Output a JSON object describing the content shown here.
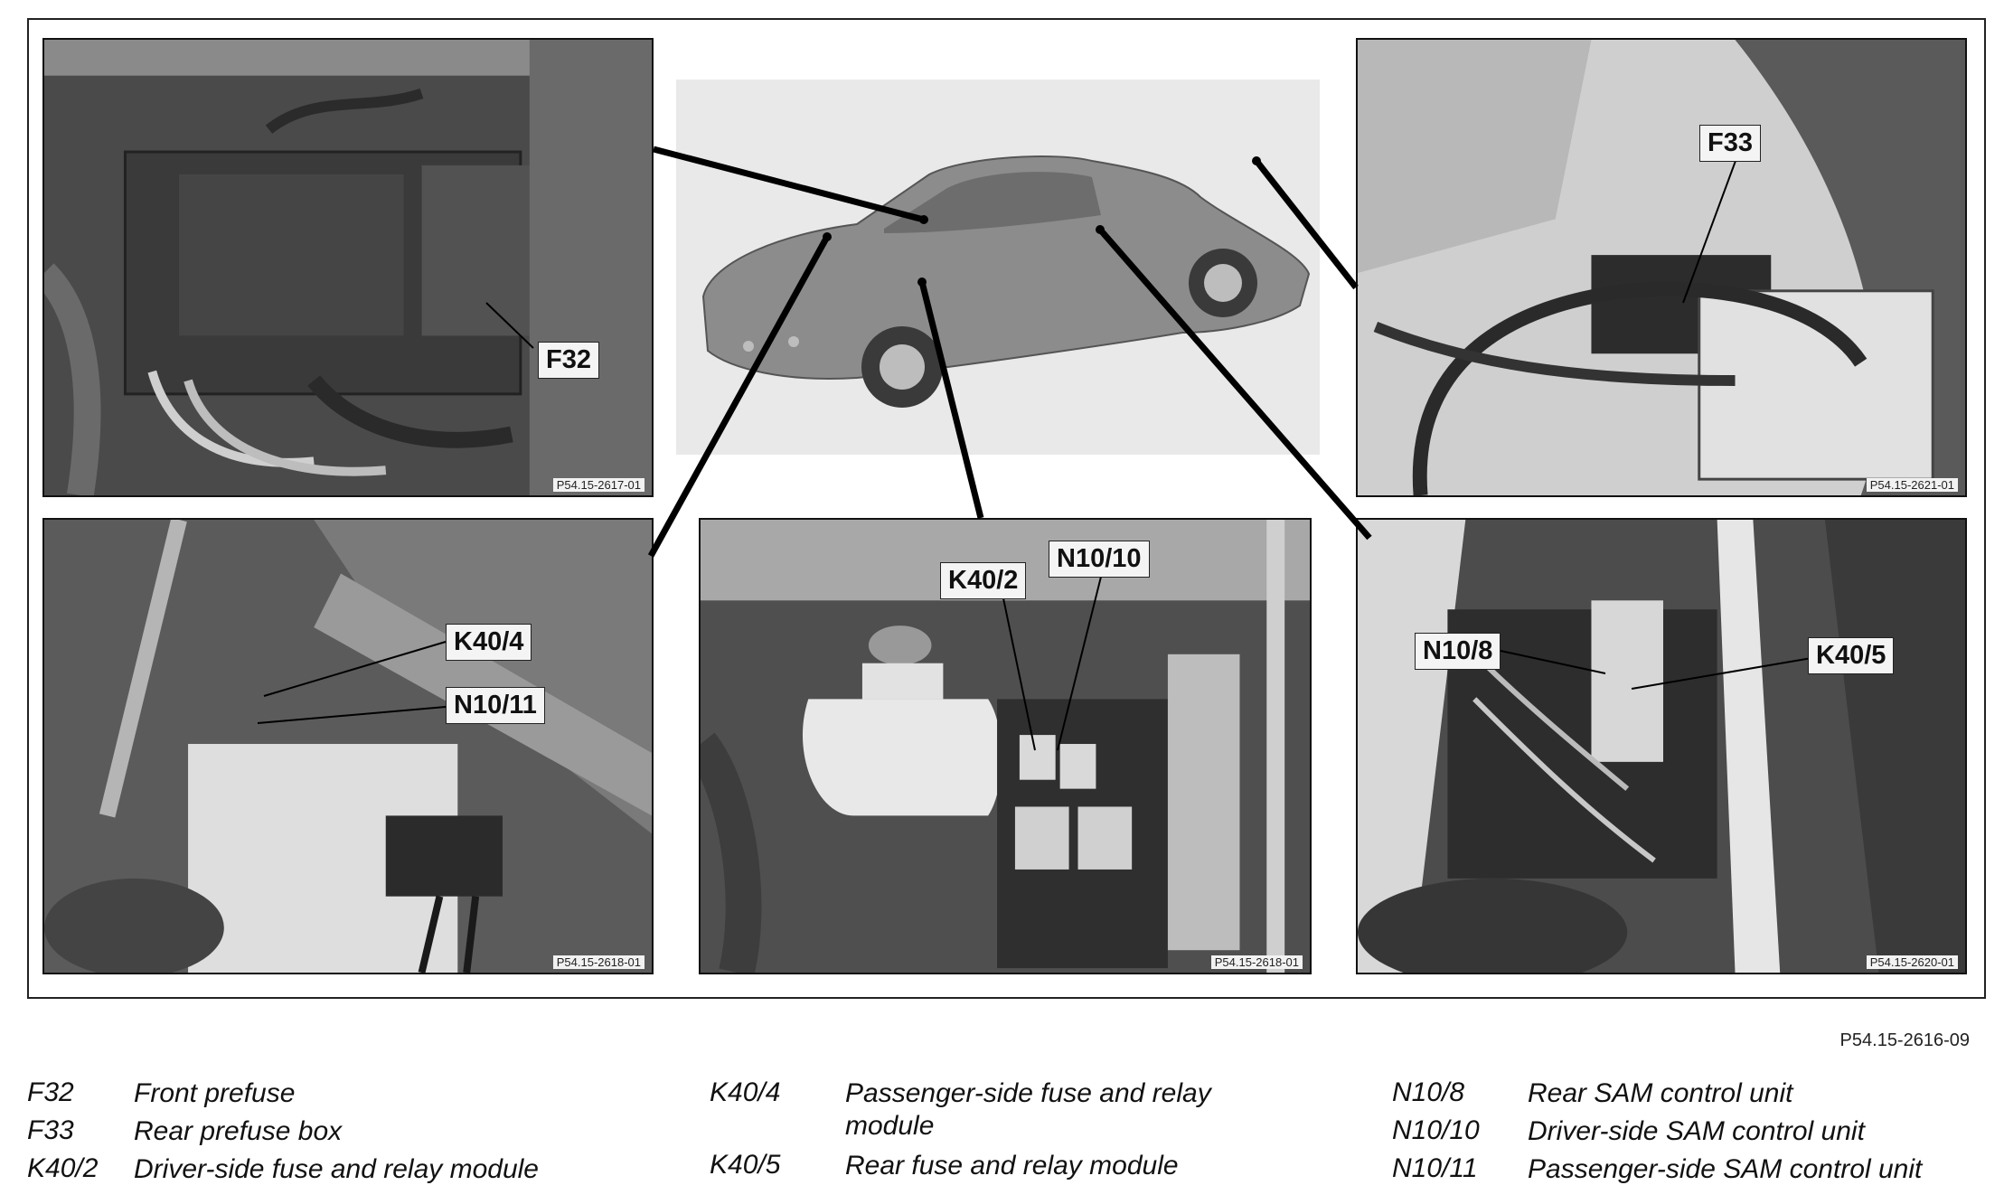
{
  "diagram_id": "P54.15-2616-09",
  "photos": [
    {
      "id": "front-prefuse",
      "ref": "P54.15-2617-01",
      "callouts": [
        "F32"
      ]
    },
    {
      "id": "rear-prefuse",
      "ref": "P54.15-2621-01",
      "callouts": [
        "F33"
      ]
    },
    {
      "id": "passenger-side",
      "ref": "P54.15-2618-01",
      "callouts": [
        "K40/4",
        "N10/11"
      ]
    },
    {
      "id": "driver-side",
      "ref": "P54.15-2618-01",
      "callouts": [
        "K40/2",
        "N10/10"
      ]
    },
    {
      "id": "rear-sam",
      "ref": "P54.15-2620-01",
      "callouts": [
        "N10/8",
        "K40/5"
      ]
    }
  ],
  "legend": {
    "col1": [
      {
        "code": "F32",
        "desc": "Front prefuse"
      },
      {
        "code": "F33",
        "desc": "Rear prefuse box"
      },
      {
        "code": "K40/2",
        "desc": "Driver-side fuse and relay module"
      }
    ],
    "col2": [
      {
        "code": "K40/4",
        "desc": "Passenger-side fuse and relay module"
      },
      {
        "code": "K40/5",
        "desc": "Rear fuse and relay module"
      }
    ],
    "col3": [
      {
        "code": "N10/8",
        "desc": "Rear SAM control unit"
      },
      {
        "code": "N10/10",
        "desc": "Driver-side SAM control unit"
      },
      {
        "code": "N10/11",
        "desc": "Passenger-side SAM control unit"
      }
    ]
  },
  "colors": {
    "photo_dark": "#3c3c3c",
    "photo_mid": "#7a7a7a",
    "photo_light": "#d8d8d8",
    "car": "#8c8c8c"
  }
}
